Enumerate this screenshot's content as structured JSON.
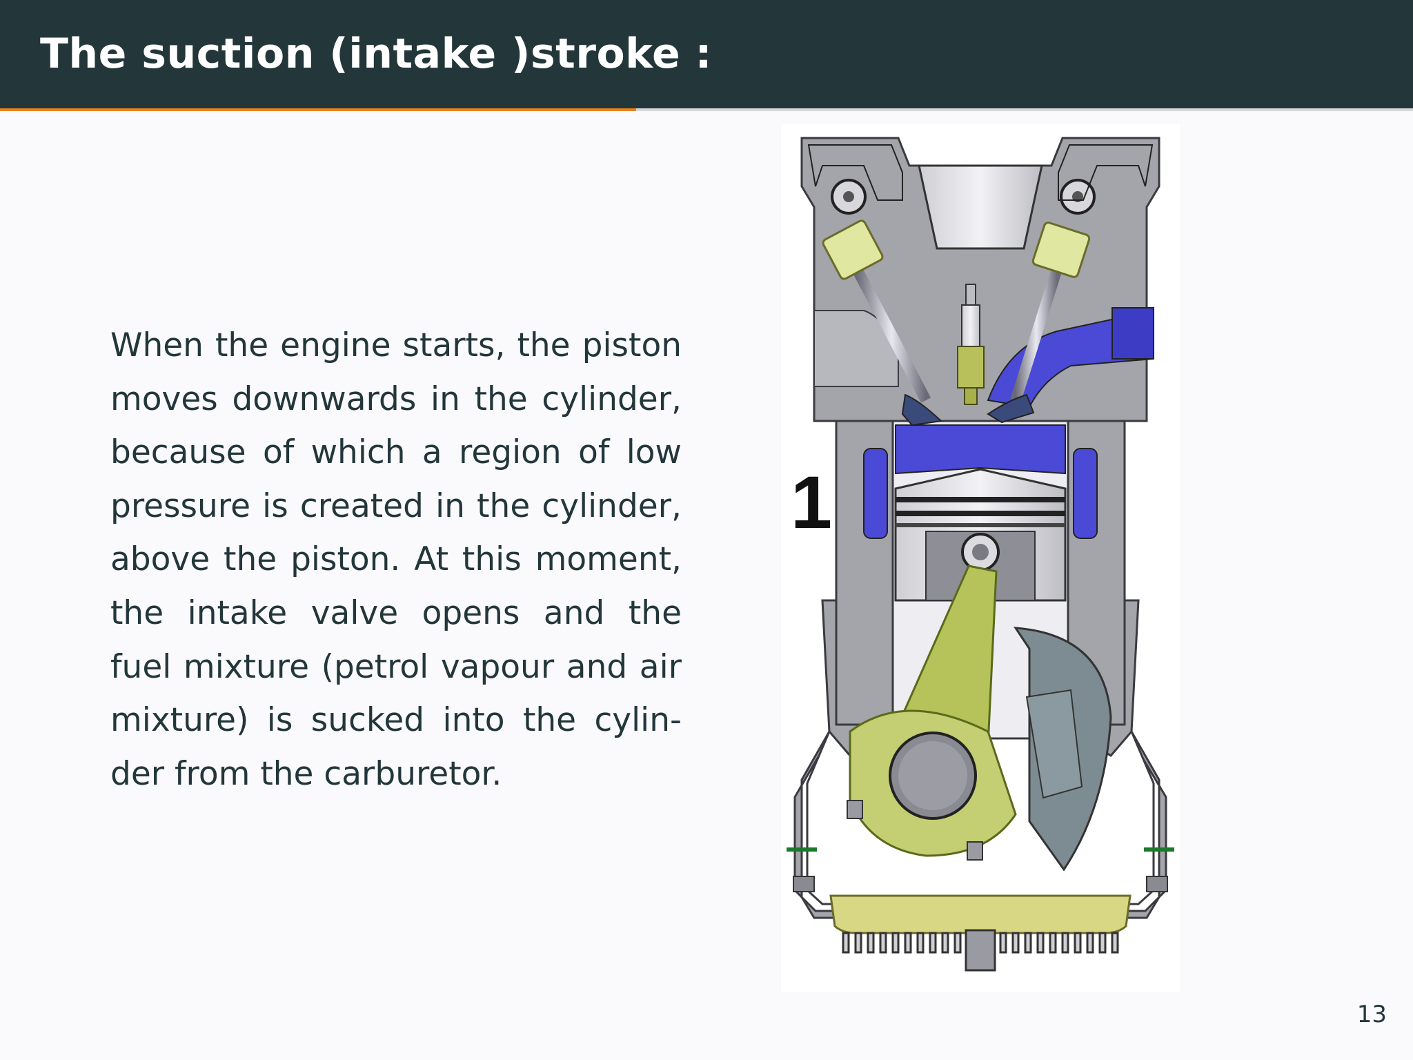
{
  "slide": {
    "title": "The suction (intake )stroke :",
    "body": "When the engine starts, the pis­ton moves downwards in the cylin­der, because of which a region of low pressure is created in the cylin­der, above the piston. At this mo­ment, the intake valve opens and the fuel mixture (petrol vapour and air mixture) is sucked into the cylin­der from the carburetor.",
    "page_number": "13",
    "progress": 0.45
  },
  "figure": {
    "stroke_label": "1",
    "description_icon": "four-stroke-engine-cutaway-intake"
  },
  "colors": {
    "header_bg": "#23373b",
    "accent": "#eb811b",
    "text": "#23373b",
    "background": "#fafafd",
    "mixture_blue": "#4a4ad6",
    "engine_grey": "#9a9aa0",
    "rod_olive": "#b6c25a",
    "oil_yellow": "#d8d884"
  }
}
